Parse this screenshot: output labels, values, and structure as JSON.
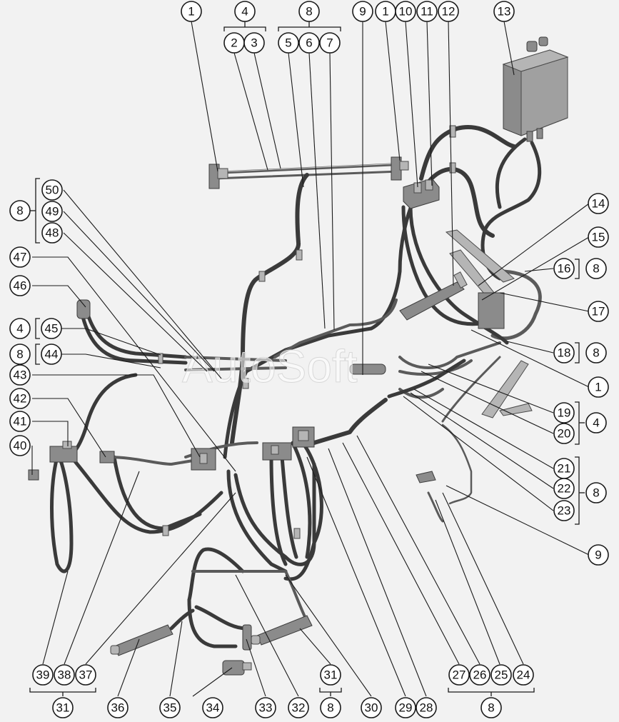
{
  "watermark": "AutoSoft",
  "callouts": {
    "c1a": "1",
    "c4a": "4",
    "c8a": "8",
    "c2": "2",
    "c3": "3",
    "c5": "5",
    "c6": "6",
    "c7": "7",
    "c9a": "9",
    "c1b": "1",
    "c10": "10",
    "c11": "11",
    "c12": "12",
    "c13": "13",
    "c14": "14",
    "c15": "15",
    "c16": "16",
    "c8b": "8",
    "c17": "17",
    "c18": "18",
    "c8c": "8",
    "c1c": "1",
    "c19": "19",
    "c20": "20",
    "c4b": "4",
    "c21": "21",
    "c22": "22",
    "c23": "23",
    "c8d": "8",
    "c9b": "9",
    "c8e": "8",
    "c50": "50",
    "c49": "49",
    "c48": "48",
    "c47": "47",
    "c46": "46",
    "c4c": "4",
    "c45": "45",
    "c8f": "8",
    "c44": "44",
    "c43": "43",
    "c42": "42",
    "c41": "41",
    "c40": "40",
    "c39": "39",
    "c38": "38",
    "c37": "37",
    "c31a": "31",
    "c36": "36",
    "c35": "35",
    "c34": "34",
    "c33": "33",
    "c32": "32",
    "c31b": "31",
    "c8g": "8",
    "c30": "30",
    "c29": "29",
    "c28": "28",
    "c27": "27",
    "c26": "26",
    "c25": "25",
    "c24": "24",
    "c8h": "8"
  }
}
